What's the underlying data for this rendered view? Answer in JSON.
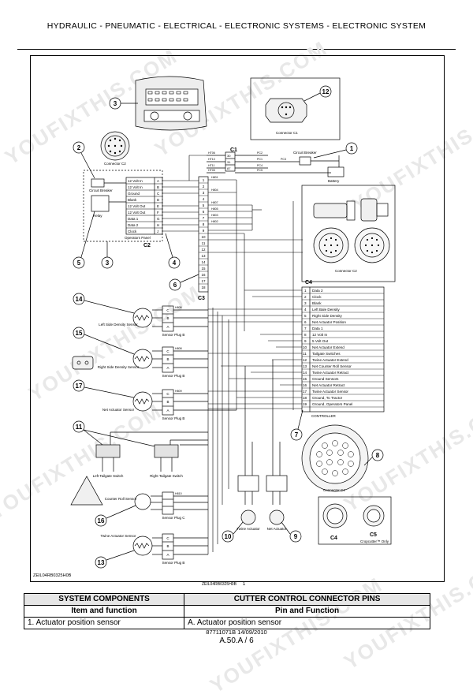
{
  "header": {
    "title": "HYDRAULIC - PNEUMATIC - ELECTRICAL - ELECTRONIC SYSTEMS - ELECTRONIC SYSTEM"
  },
  "watermark": "YOUFIXTHIS.COM",
  "diagram": {
    "ref_left": "ZEIL04RB0325H0B",
    "ref_center": "ZEIL04RB0325H0B",
    "ref_page": "1",
    "callouts": [
      "1",
      "2",
      "3",
      "3",
      "4",
      "5",
      "6",
      "7",
      "8",
      "9",
      "10",
      "11",
      "12",
      "13",
      "14",
      "15",
      "16",
      "17"
    ],
    "connectors": {
      "c1": "C1",
      "c2": "C2",
      "c3": "C3",
      "c4": "C4",
      "c4b": "C4",
      "c5": "C5",
      "connector_c1": "Connector C1",
      "connector_c2": "Connector C2",
      "connector_c2_b": "Connector C2",
      "connector_c4": "Connector C4",
      "cropcutter": "Cropcutter™ Only"
    },
    "circuit_breaker": "Circuit Breaker",
    "circuit_breaker_2": "Circuit Breaker",
    "battery": "Battery",
    "relay": "Relay",
    "operators_panel": "Operators Panel",
    "controller": "CONTROLLER",
    "c1_pins": [
      "30",
      "31",
      "87"
    ],
    "c2_pins": [
      {
        "label": "12 Volt In",
        "pin": "A"
      },
      {
        "label": "12 Volt In",
        "pin": "B"
      },
      {
        "label": "Ground",
        "pin": "C"
      },
      {
        "label": "Blank",
        "pin": "D"
      },
      {
        "label": "12 Volt Out",
        "pin": "E"
      },
      {
        "label": "12 Volt Out",
        "pin": "F"
      },
      {
        "label": "Data 1",
        "pin": "G"
      },
      {
        "label": "Data 2",
        "pin": "H"
      },
      {
        "label": "Clock",
        "pin": "J"
      }
    ],
    "c3_pins": [
      "1",
      "2",
      "3",
      "4",
      "5",
      "6",
      "7",
      "8",
      "9",
      "10",
      "11",
      "12",
      "13",
      "14",
      "15",
      "16",
      "17",
      "18"
    ],
    "c4_pins": [
      {
        "pin": "1",
        "label": "Data 2"
      },
      {
        "pin": "2",
        "label": "Clock"
      },
      {
        "pin": "3",
        "label": "Blank"
      },
      {
        "pin": "4",
        "label": "Left Bale Density"
      },
      {
        "pin": "5",
        "label": "Right Side Density"
      },
      {
        "pin": "6",
        "label": "Net Actuator Position"
      },
      {
        "pin": "7",
        "label": "Data 1"
      },
      {
        "pin": "8",
        "label": "12 Volt In"
      },
      {
        "pin": "9",
        "label": "5 Volt Out"
      },
      {
        "pin": "10",
        "label": "Net Actuator Extend"
      },
      {
        "pin": "11",
        "label": "Tailgate Switches"
      },
      {
        "pin": "12",
        "label": "Twine Actuator Extend"
      },
      {
        "pin": "13",
        "label": "Net Counter Roll Sensor"
      },
      {
        "pin": "14",
        "label": "Twine Actuator Retract"
      },
      {
        "pin": "15",
        "label": "Ground Sensors"
      },
      {
        "pin": "16",
        "label": "Net Actuator Retract"
      },
      {
        "pin": "17",
        "label": "Twine Actuator Sensor"
      },
      {
        "pin": "18",
        "label": "Ground, To Tractor"
      },
      {
        "pin": "19",
        "label": "Ground, Operators Panel"
      }
    ],
    "sensors": {
      "left_side": "Left Side Density Sensor",
      "right_side": "Right Side Density Sensor",
      "net_actuator": "Net Actuator Sensor",
      "counter_roll": "Counter Roll Sensor",
      "twine_actuator": "Twine Actuator Sensor",
      "left_tailgate": "Left Tailgate Switch",
      "right_tailgate": "Right Tailgate Switch",
      "twine_actuator_motor": "Twine Actuator",
      "net_actuator_motor": "Net Actuator"
    },
    "sensor_plugs": {
      "plug_b1": "Sensor Plug B",
      "plug_b2": "Sensor Plug B",
      "plug_b3": "Sensor Plug B",
      "plug_c": "Sensor Plug C",
      "plug_b4": "Sensor Plug B"
    },
    "plug_pins": [
      "C",
      "B",
      "A"
    ],
    "wire_codes": {
      "power": [
        "HT06",
        "HT10",
        "HT11",
        "HT05"
      ],
      "feed": [
        "PC2",
        "PC1",
        "PC3",
        "PC4",
        "PC5"
      ],
      "harness": [
        "H801",
        "H804",
        "H807",
        "H805",
        "H803",
        "H802",
        "H806",
        "H808",
        "H809",
        "H810"
      ]
    }
  },
  "legend": {
    "left_header": "SYSTEM COMPONENTS",
    "right_header": "CUTTER CONTROL CONNECTOR PINS",
    "left_sub": "Item and function",
    "right_sub": "Pin and Function",
    "left_row": "1.  Actuator position sensor",
    "right_row": "A.  Actuator position sensor"
  },
  "footer": {
    "code": "87711071B 14/09/2010",
    "page": "A.50.A / 6"
  }
}
